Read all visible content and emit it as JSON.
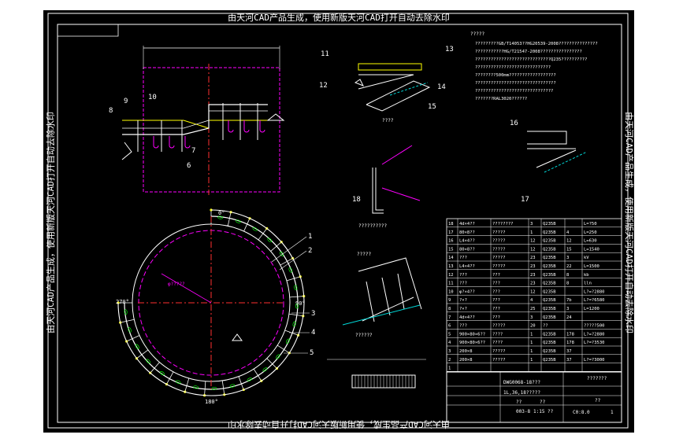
{
  "watermark": {
    "top": "由天河CAD产品生成，使用新版天河CAD打开自动去除水印",
    "bottom": "由天河CAD产品生成，使用新版天河CAD打开自动去除水印",
    "left": "由天河CAD产品生成，使用新版天河CAD打开自动去除水印",
    "right": "由天河CAD产品生成，使用新版天河CAD打开自动去除水印"
  },
  "callouts": [
    "1",
    "2",
    "3",
    "4",
    "5",
    "6",
    "7",
    "8",
    "9",
    "10",
    "11",
    "12",
    "13",
    "14",
    "15",
    "16",
    "17",
    "18"
  ],
  "angles": {
    "a0": "0°",
    "a90": "90°",
    "a180": "180°",
    "a270": "270°"
  },
  "notes": {
    "title": "?????",
    "lines": [
      "?????????GB/T14053??HG20539-2008???????????????",
      "???????????HG/T21547-2008????????????????",
      "?????????????????????????????Q235??????????",
      "?????????????????????????????",
      "????????500mm??????????????????",
      "???????????????????????????????",
      "??????????????????????????????",
      "???????RAL3020??????"
    ]
  },
  "labels": {
    "detail_a": "?????",
    "detail_b": "??????????",
    "detail_c": "????",
    "detail_d": "??????",
    "ring_note": "φ?????"
  },
  "table": {
    "rows": [
      [
        "18",
        "4d×4??",
        "????????",
        "3",
        "Q235B",
        "",
        "L=?50"
      ],
      [
        "17",
        "80×8??",
        "?????",
        "1",
        "Q235B",
        "4",
        "L=250"
      ],
      [
        "16",
        "L4×4??",
        "?????",
        "12",
        "Q235B",
        "12",
        "L=630"
      ],
      [
        "15",
        "80×8??",
        "?????",
        "12",
        "Q235B",
        "15",
        "L=1540"
      ],
      [
        "14",
        "???",
        "?????",
        "23",
        "Q235B",
        "3",
        "kV"
      ],
      [
        "13",
        "L4×4??",
        "?????",
        "23",
        "Q235B",
        "22",
        "L=1500"
      ],
      [
        "12",
        "???",
        "???",
        "23",
        "Q235B",
        "8",
        "kb"
      ],
      [
        "11",
        "???",
        "???",
        "23",
        "Q235B",
        "8",
        "lln"
      ],
      [
        "10",
        "φ?×4??",
        "???",
        "12",
        "Q235B",
        "",
        "L?=?2880"
      ],
      [
        "9",
        "?×?",
        "???",
        "4",
        "Q235B",
        "7b",
        "L?=?6580"
      ],
      [
        "8",
        "?×?",
        "???",
        "25",
        "Q235B",
        "3",
        "L=1200"
      ],
      [
        "7",
        "4d×4??",
        "???",
        "3",
        "Q235B",
        "24",
        ""
      ],
      [
        "6",
        "???",
        "?????",
        "20",
        "??",
        "",
        "?????500"
      ],
      [
        "5",
        "900×80×6??",
        "????",
        "1",
        "Q235B",
        "178",
        "L?=?2880"
      ],
      [
        "4",
        "900×80×6??",
        "????",
        "1",
        "Q235B",
        "178",
        "L?=?3530"
      ],
      [
        "3",
        "200×8",
        "?????",
        "1",
        "Q235B",
        "37",
        ""
      ],
      [
        "2",
        "200×8",
        "?????",
        "1",
        "Q235B",
        "37",
        "L?=?3000"
      ],
      [
        "1",
        "",
        "",
        "",
        "",
        "",
        ""
      ]
    ],
    "title_block": {
      "drawing_no": "DWG0068-18???",
      "title_code": "1L,36,18?????",
      "c1": "???????",
      "c2": "??",
      "c3": "??",
      "c4": "??",
      "scale": "C0:8.0",
      "sheet": "1",
      "mid": "1:15",
      "pg": "003-8",
      "num": "??"
    }
  },
  "colors": {
    "sheet": "#000000",
    "frame": "#ffffff",
    "cyan": "#00d8d8",
    "magenta": "#ff00ff",
    "yellow": "#ffff00",
    "green": "#00ff00",
    "red": "#ff3030"
  }
}
